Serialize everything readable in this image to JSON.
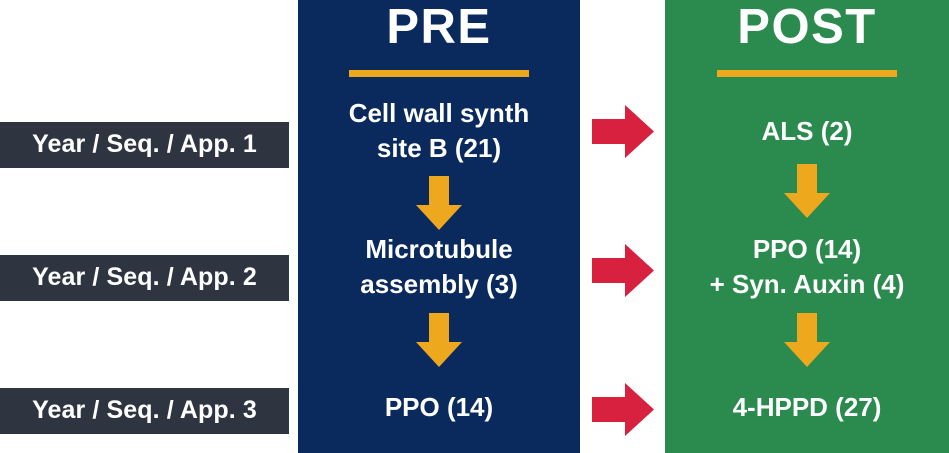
{
  "colors": {
    "pre_background": "#0a2a5e",
    "post_background": "#2b8b4e",
    "label_background": "#2f3540",
    "accent_gold": "#eea81e",
    "transition_red": "#d8213f",
    "text_light": "#ffffff",
    "page_background": "#ffffff"
  },
  "row_labels": [
    {
      "text": "Year / Seq. / App. 1"
    },
    {
      "text": "Year / Seq. / App. 2"
    },
    {
      "text": "Year / Seq. / App. 3"
    }
  ],
  "columns": {
    "pre": {
      "header": "PRE",
      "entries": [
        {
          "lines": [
            "Cell wall synth",
            "site B (21)"
          ],
          "site_of_action": "Cell wall synth site B",
          "group_number": 21
        },
        {
          "lines": [
            "Microtubule",
            "assembly (3)"
          ],
          "site_of_action": "Microtubule assembly",
          "group_number": 3
        },
        {
          "lines": [
            "PPO (14)"
          ],
          "site_of_action": "PPO",
          "group_number": 14
        }
      ]
    },
    "post": {
      "header": "POST",
      "entries": [
        {
          "lines": [
            "ALS (2)"
          ],
          "site_of_action": "ALS",
          "group_number": 2
        },
        {
          "lines": [
            "PPO (14)",
            "+ Syn. Auxin (4)"
          ],
          "site_of_action": "PPO + Syn. Auxin",
          "group_number": "14, 4"
        },
        {
          "lines": [
            "4-HPPD (27)"
          ],
          "site_of_action": "4-HPPD",
          "group_number": 27
        }
      ]
    }
  },
  "icons": {
    "down_arrow": "arrow-down-icon",
    "right_arrow": "arrow-right-icon"
  }
}
